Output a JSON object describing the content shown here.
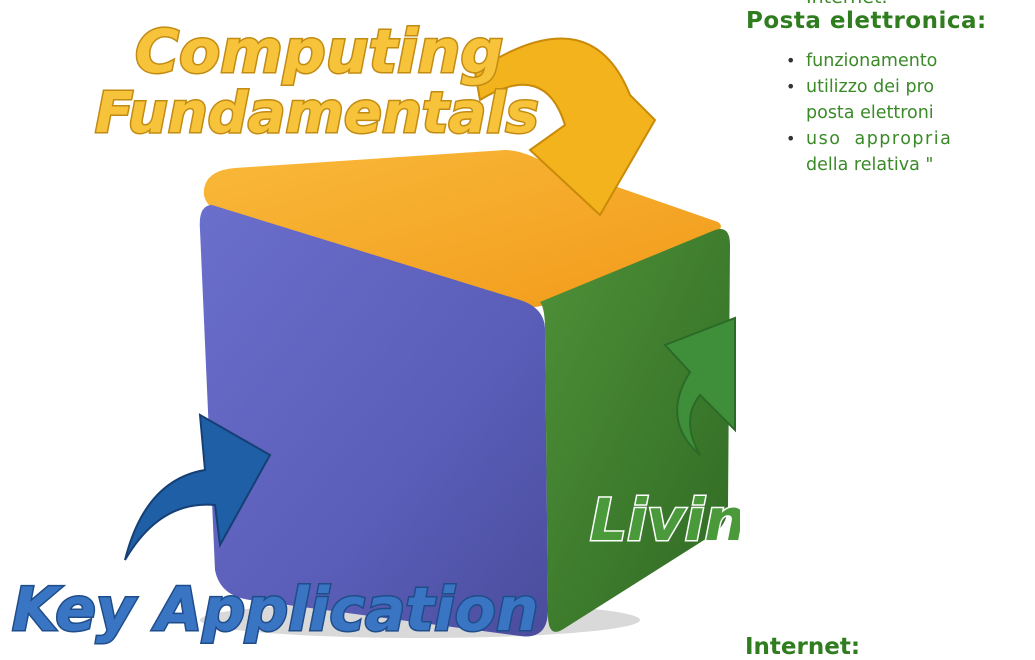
{
  "document": {
    "top_cut_line": "Internet.",
    "section_heading": "Posta elettronica:",
    "bullets": [
      {
        "line1": "funzionamento",
        "line2": ""
      },
      {
        "line1": "utilizzo dei pro",
        "line2": "posta elettroni"
      },
      {
        "line1": "uso appropria",
        "line2": "della relativa \""
      }
    ],
    "bottom_heading": "Internet:"
  },
  "graphic": {
    "labels": {
      "computing_line1": "Computing",
      "computing_line2": "Fundamentals",
      "living_online": "Living On-Line",
      "key_application": "Key Application"
    },
    "colors": {
      "cube_top": "#f5a726",
      "cube_front": "#5b5fb8",
      "cube_side": "#3f7e2e",
      "arrow_yellow": "#f2b31c",
      "arrow_green": "#3f8f3a",
      "arrow_blue": "#1e5fa6",
      "label_yellow": "#f7c33a",
      "label_green": "#4a9a3c",
      "label_blue": "#3a75c4",
      "text_green": "#2f7d1e"
    },
    "icons": [
      "arrow-curved-down",
      "arrow-curved-left",
      "arrow-curved-right"
    ]
  }
}
